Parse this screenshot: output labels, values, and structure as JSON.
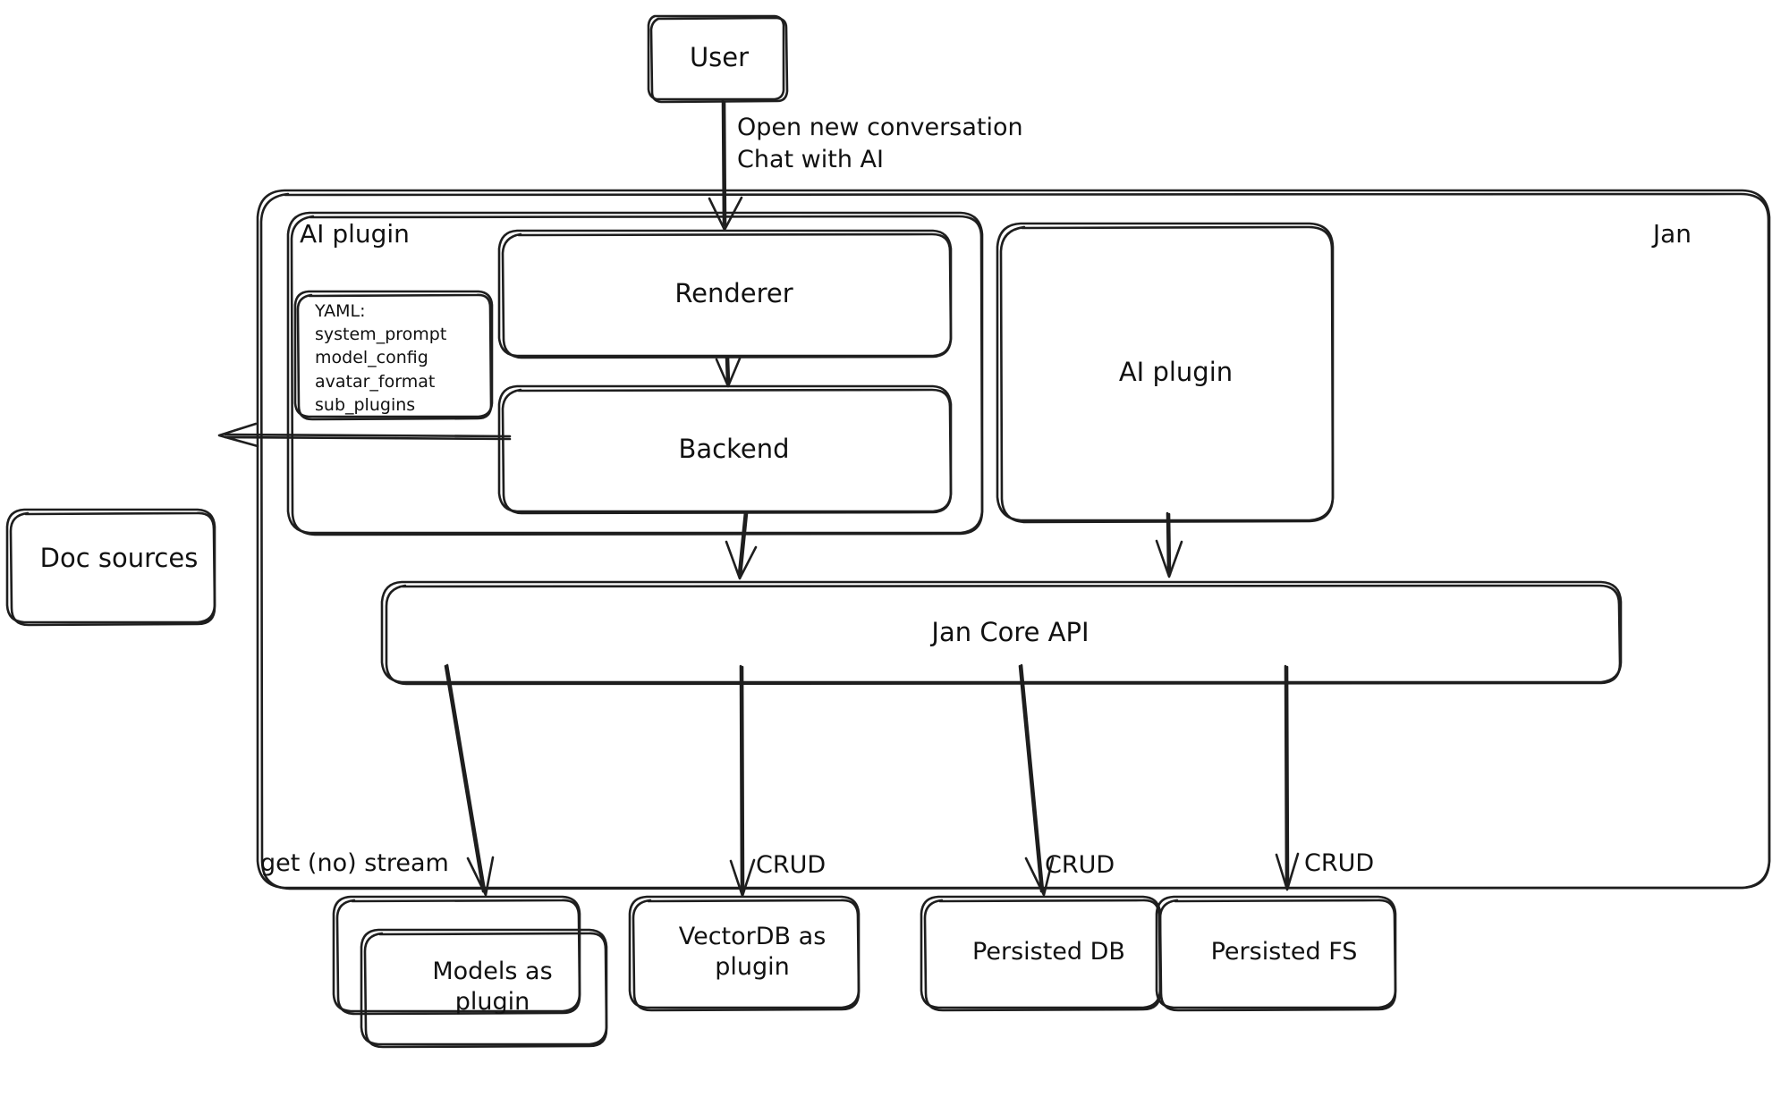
{
  "diagram": {
    "title": "Jan architecture diagram",
    "style": "hand-drawn excalidraw sketch",
    "stroke_color": "#1e1e1e",
    "background_color": "#ffffff"
  },
  "containers": {
    "jan": {
      "label": "Jan"
    },
    "ai_plugin_group": {
      "label": "AI plugin"
    }
  },
  "nodes": {
    "user": {
      "label": "User"
    },
    "renderer": {
      "label": "Renderer"
    },
    "backend": {
      "label": "Backend"
    },
    "ai_plugin_box": {
      "label": "AI plugin"
    },
    "doc_sources": {
      "label": "Doc sources"
    },
    "jan_core_api": {
      "label": "Jan Core API"
    },
    "models_plugin": {
      "label": "Models as\nplugin"
    },
    "vectordb_plugin": {
      "label": "VectorDB as\nplugin"
    },
    "persisted_db": {
      "label": "Persisted DB"
    },
    "persisted_fs": {
      "label": "Persisted FS"
    }
  },
  "yaml_card": {
    "lines": "YAML:\nsystem_prompt\nmodel_config\navatar_format\nsub_plugins"
  },
  "edge_labels": {
    "user_to_renderer": "Open new conversation\nChat with AI",
    "models": "get (no) stream",
    "vectordb": "CRUD",
    "persisted_db": "CRUD",
    "persisted_fs": "CRUD"
  }
}
